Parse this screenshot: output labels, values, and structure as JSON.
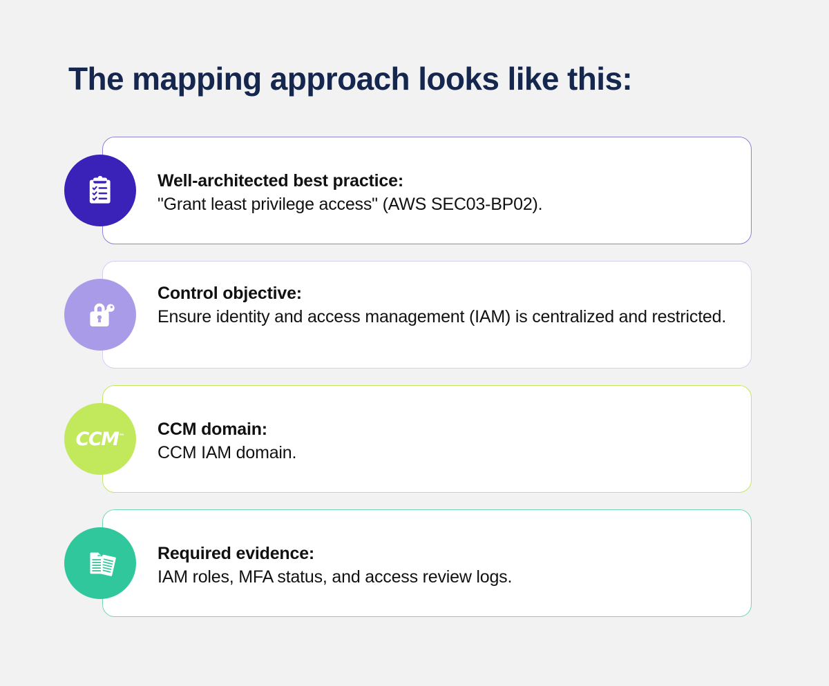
{
  "page": {
    "background_color": "#f2f2f2",
    "title": "The mapping approach looks like this:",
    "title_color": "#15274f"
  },
  "cards": [
    {
      "id": "well-architected-best-practice",
      "icon": "clipboard-checklist-icon",
      "badge_color": "#3A21B8",
      "border_color": "#8983d8",
      "title": "Well-architected best practice:",
      "body": "\"Grant least privilege access\" (AWS SEC03-BP02)."
    },
    {
      "id": "control-objective",
      "icon": "padlock-key-icon",
      "badge_color": "#A99BE8",
      "border_color": "#d4d0f0",
      "title": "Control objective:",
      "body": "Ensure identity and access management (IAM) is centralized and restricted."
    },
    {
      "id": "ccm-domain",
      "icon": "ccm-wordmark-icon",
      "badge_color": "#C2E85C",
      "border_color": "#c2e85c",
      "title": "CCM domain:",
      "body": "CCM IAM domain.",
      "icon_text": "CCM",
      "icon_text_mark": "™"
    },
    {
      "id": "required-evidence",
      "icon": "stacked-documents-icon",
      "badge_color": "#2FC79B",
      "border_color": "#6fd9b4",
      "title": "Required evidence:",
      "body": "IAM roles, MFA status, and access review logs."
    }
  ]
}
